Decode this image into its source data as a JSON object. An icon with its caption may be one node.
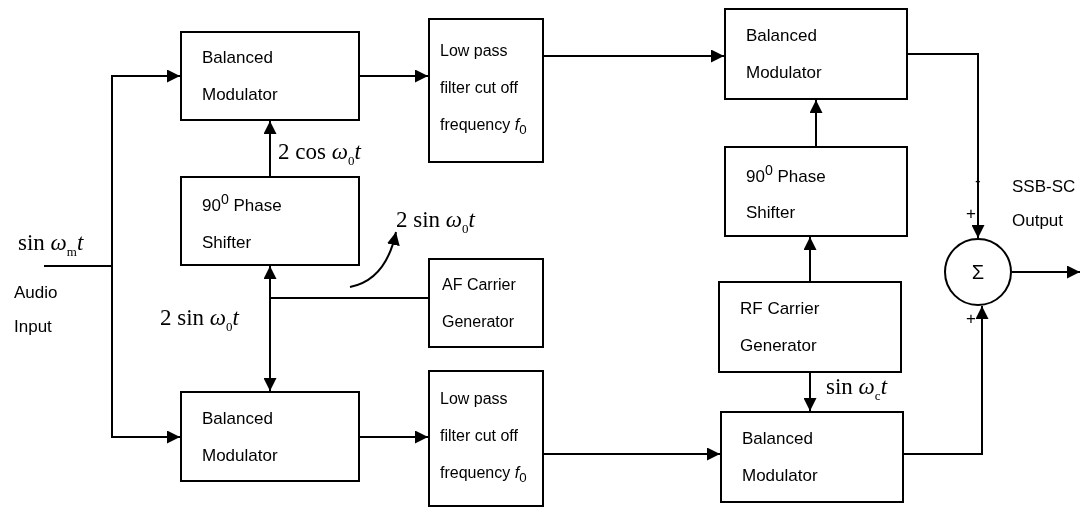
{
  "diagram": {
    "nodes": [
      {
        "text": [
          "Balanced Modulator"
        ]
      },
      {
        "text": [
          "Low pass filter cut off frequency *f*$_{0}$"
        ]
      },
      {
        "text": [
          "Balanced Modulator"
        ]
      },
      {
        "text": [
          "90$^{0}$ Phase Shifter"
        ]
      },
      {
        "text": [
          "2 sin *ω*$_{0}$*t*"
        ]
      },
      {
        "text": [
          "90$^{0}$ Phase Shifter"
        ]
      },
      {
        "text": [
          "AF Carrier Generator"
        ]
      },
      {
        "text": [
          "Σ"
        ]
      },
      {
        "text": [
          "RF Carrier Generator"
        ]
      },
      {
        "text": [
          "Balanced Modulator"
        ]
      },
      {
        "text": [
          "Low pass filter cut off frequency *f*$_{0}$"
        ]
      },
      {
        "text": [
          "Balanced Modulator"
        ]
      }
    ],
    "edges": [
      {
        "from": null,
        "to": 0,
        "arrow": "to"
      },
      {
        "from": null,
        "to": 9,
        "arrow": "to"
      },
      {
        "from": 0,
        "to": 1,
        "arrow": "to"
      },
      {
        "from": 1,
        "to": 2,
        "arrow": "to"
      },
      {
        "from": 3,
        "to": 0,
        "arrow": "to",
        "label": "2 cos *ω*$_{0}$*t*"
      },
      {
        "from": 6,
        "to": 3,
        "arrow": "to"
      },
      {
        "from": 6,
        "to": 9,
        "arrow": "to",
        "label": "2 sin *ω*$_{0}$*t*"
      },
      {
        "from": null,
        "to": 4,
        "arrow": "to"
      },
      {
        "from": 2,
        "to": 7,
        "arrow": "to"
      },
      {
        "from": 5,
        "to": 2,
        "arrow": "to"
      },
      {
        "from": 8,
        "to": 5,
        "arrow": "to"
      },
      {
        "from": 8,
        "to": 11,
        "arrow": "to",
        "label": "sin *ω*$_{c}$*t*"
      },
      {
        "from": 9,
        "to": 10,
        "arrow": "to"
      },
      {
        "from": 10,
        "to": 11,
        "arrow": "to"
      },
      {
        "from": 11,
        "to": 7,
        "arrow": "to"
      },
      {
        "from": 7,
        "to": null,
        "arrow": "to"
      }
    ],
    "labels": [
      "sin *ω*$_{m}$*t*",
      "Audio Input",
      "-",
      "+",
      "+",
      "SSB-SC Output"
    ]
  }
}
